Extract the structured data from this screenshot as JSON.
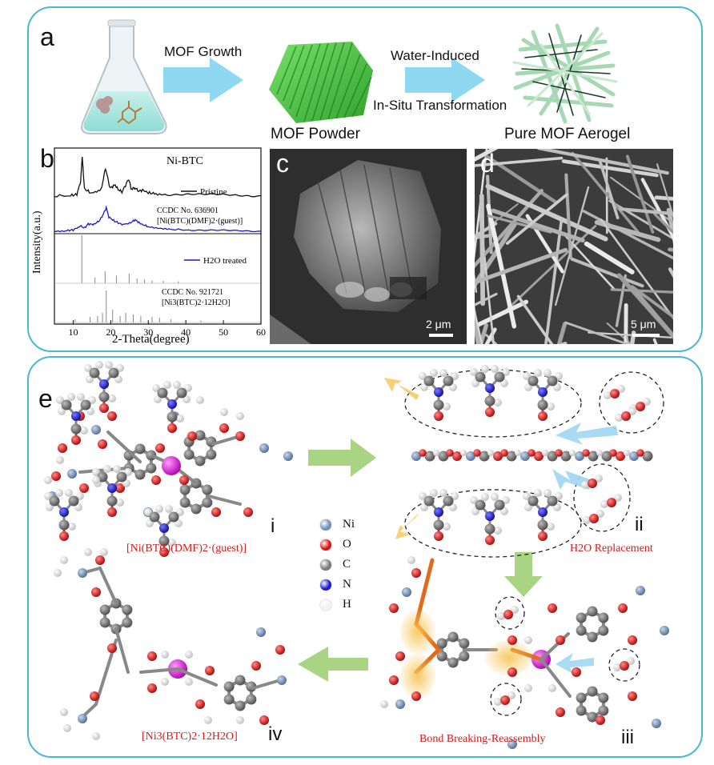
{
  "panel_a": {
    "letter": "a",
    "step1": "MOF Growth",
    "step2_line1": "Water-Induced",
    "step2_line2": "In-Situ Transformation",
    "product1": "MOF Powder",
    "product2": "Pure MOF Aerogel"
  },
  "panel_b": {
    "letter": "b",
    "title": "Ni-BTC",
    "legend_pristine": "Pristine",
    "legend_h2o": "H2O treated",
    "ref1_line1": "CCDC No. 636901",
    "ref1_line2": "[Ni(BTC)(DMF)2·(guest)]",
    "ref2_line1": "CCDC No. 921721",
    "ref2_line2": "[Ni3(BTC)2·12H2O]",
    "ylabel": "Intensity(a.u.)",
    "xlabel": "2-Theta(degree)"
  },
  "chart_data": {
    "type": "line",
    "title": "Ni-BTC",
    "xlabel": "2-Theta(degree)",
    "ylabel": "Intensity(a.u.)",
    "xlim": [
      5,
      60
    ],
    "xticks": [
      10,
      20,
      30,
      40,
      50,
      60
    ],
    "series": [
      {
        "name": "Pristine",
        "color": "#111111",
        "x": [
          5,
          9,
          11,
          12,
          12.4,
          13,
          15,
          17.5,
          18.6,
          19.8,
          21.2,
          21.8,
          23,
          24.8,
          25.4,
          26.5,
          27.5,
          28.5,
          30,
          32,
          35,
          40,
          45,
          50,
          55,
          60
        ],
        "y": [
          0.02,
          0.03,
          0.06,
          0.4,
          1.0,
          0.2,
          0.08,
          0.2,
          0.72,
          0.22,
          0.3,
          0.2,
          0.12,
          0.45,
          0.2,
          0.22,
          0.14,
          0.17,
          0.1,
          0.08,
          0.06,
          0.06,
          0.05,
          0.05,
          0.04,
          0.03
        ]
      },
      {
        "name": "H2O treated",
        "color": "#1a1ac8",
        "x": [
          5,
          8,
          10,
          12,
          13,
          14,
          15.5,
          17,
          18,
          18.8,
          19.5,
          21,
          23,
          25,
          26.5,
          28,
          30,
          33,
          36,
          40,
          45,
          50,
          55,
          60
        ],
        "y": [
          0.02,
          0.05,
          0.08,
          0.22,
          0.15,
          0.3,
          0.28,
          0.42,
          0.65,
          0.9,
          0.55,
          0.4,
          0.28,
          0.32,
          0.45,
          0.3,
          0.2,
          0.15,
          0.1,
          0.08,
          0.06,
          0.05,
          0.04,
          0.03
        ]
      },
      {
        "name": "CCDC No. 636901",
        "color": "#888888",
        "x": [
          12.3,
          15.8,
          18.5,
          21.5,
          24.9,
          27,
          29,
          31,
          34,
          38
        ],
        "y": [
          1.0,
          0.12,
          0.25,
          0.16,
          0.2,
          0.1,
          0.08,
          0.06,
          0.05,
          0.04
        ]
      },
      {
        "name": "CCDC No. 921721",
        "color": "#888888",
        "x": [
          10.5,
          14.5,
          16.5,
          17.8,
          18.8,
          20.5,
          22.5,
          24,
          26,
          28,
          31,
          33,
          36,
          40,
          44
        ],
        "y": [
          0.1,
          0.18,
          0.2,
          0.3,
          1.0,
          0.4,
          0.2,
          0.3,
          0.25,
          0.2,
          0.18,
          0.15,
          0.1,
          0.08,
          0.06
        ]
      }
    ]
  },
  "panel_c": {
    "letter": "c",
    "scale": "2 μm"
  },
  "panel_d": {
    "letter": "d",
    "scale": "5 μm"
  },
  "panel_e": {
    "letter": "e",
    "label_i": "i",
    "label_ii": "ii",
    "label_iii": "iii",
    "label_iv": "iv",
    "caption_i": "[Ni(BTC)(DMF)2·(guest)]",
    "caption_ii": "H2O Replacement",
    "caption_iii": "Bond Breaking-Reassembly",
    "caption_iv": "[Ni3(BTC)2·12H2O]"
  },
  "legend": [
    {
      "symbol": "Ni",
      "color": "#6f8fb8"
    },
    {
      "symbol": "O",
      "color": "#e01010"
    },
    {
      "symbol": "C",
      "color": "#7a7a7a"
    },
    {
      "symbol": "N",
      "color": "#1a1ad8"
    },
    {
      "symbol": "H",
      "color": "#f2f2f2"
    }
  ],
  "colors": {
    "panel_border": "#49b7d6",
    "arrow_blue": "#8ed8f2",
    "arrow_green": "#a8d483",
    "pristine": "#111111",
    "h2o_treated": "#1a1ac8"
  }
}
